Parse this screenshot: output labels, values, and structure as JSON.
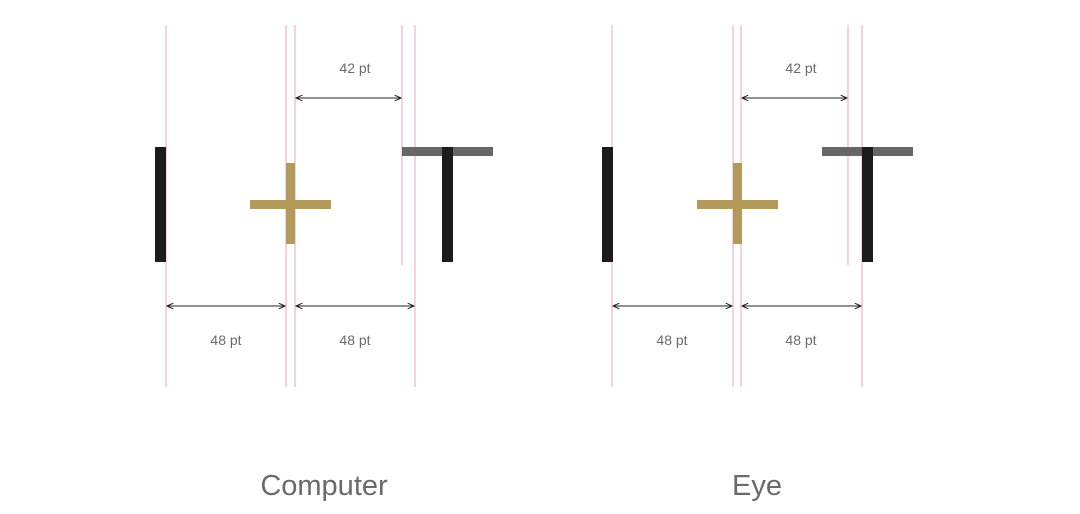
{
  "colors": {
    "background": "#ffffff",
    "guide": "#f2a3bf",
    "stroke_dark": "#1c1c1c",
    "crossbar_gray": "#666666",
    "plus_gold": "#b49a5a",
    "arrow": "#222222",
    "label": "#6b6b6b",
    "title": "#6a6a6a"
  },
  "icons": {
    "left_glyph": "vertical-stroke-I",
    "center_glyph": "plus-sign",
    "right_glyph": "letter-T"
  },
  "panels": [
    {
      "title": "Computer",
      "dimensions": {
        "top": "42 pt",
        "bottom_left": "48 pt",
        "bottom_right": "48 pt"
      }
    },
    {
      "title": "Eye",
      "dimensions": {
        "top": "42 pt",
        "bottom_left": "48 pt",
        "bottom_right": "48 pt"
      }
    }
  ]
}
